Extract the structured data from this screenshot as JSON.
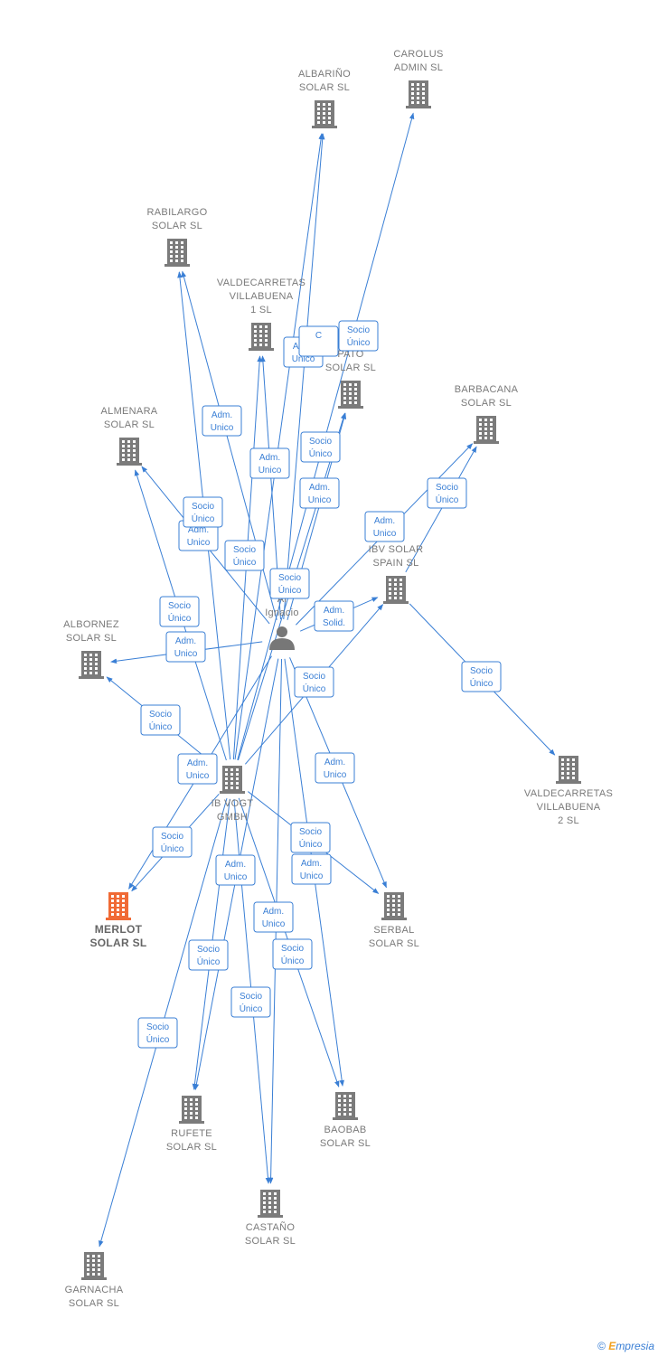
{
  "colors": {
    "edge": "#3a7fd5",
    "building": "#7b7b7b",
    "building_highlight": "#f06a35",
    "person": "#777777",
    "label": "#7a7a7a"
  },
  "nodes": [
    {
      "id": "carolus",
      "type": "company",
      "lines": [
        "CAROLUS",
        "ADMIN  SL"
      ]
    },
    {
      "id": "albarino",
      "type": "company",
      "lines": [
        "ALBARIÑO",
        "SOLAR  SL"
      ]
    },
    {
      "id": "rabilargo",
      "type": "company",
      "lines": [
        "RABILARGO",
        "SOLAR  SL"
      ]
    },
    {
      "id": "valdecarretas1",
      "type": "company",
      "lines": [
        "VALDECARRETAS",
        "VILLABUENA",
        "1  SL"
      ]
    },
    {
      "id": "pato",
      "type": "company",
      "lines": [
        "PATO",
        "SOLAR  SL"
      ]
    },
    {
      "id": "barbacana",
      "type": "company",
      "lines": [
        "BARBACANA",
        "SOLAR  SL"
      ]
    },
    {
      "id": "almenara",
      "type": "company",
      "lines": [
        "ALMENARA",
        "SOLAR  SL"
      ]
    },
    {
      "id": "ibvsolar",
      "type": "company",
      "lines": [
        "IBV SOLAR",
        "SPAIN  SL"
      ]
    },
    {
      "id": "person",
      "type": "person",
      "lines": [
        "De",
        "Al",
        "Ignacio"
      ]
    },
    {
      "id": "albornez",
      "type": "company",
      "lines": [
        "ALBORNEZ",
        "SOLAR  SL"
      ]
    },
    {
      "id": "valdecarretas2",
      "type": "company",
      "lines": [
        "VALDECARRETAS",
        "VILLABUENA",
        "2  SL"
      ]
    },
    {
      "id": "ibvogt",
      "type": "company",
      "lines": [
        "IB VOGT",
        "GMBH"
      ]
    },
    {
      "id": "merlot",
      "type": "company",
      "highlight": true,
      "lines": [
        "MERLOT",
        "SOLAR  SL"
      ]
    },
    {
      "id": "serbal",
      "type": "company",
      "lines": [
        "SERBAL",
        "SOLAR  SL"
      ]
    },
    {
      "id": "rufete",
      "type": "company",
      "lines": [
        "RUFETE",
        "SOLAR  SL"
      ]
    },
    {
      "id": "baobab",
      "type": "company",
      "lines": [
        "BAOBAB",
        "SOLAR  SL"
      ]
    },
    {
      "id": "castano",
      "type": "company",
      "lines": [
        "CASTAÑO",
        "SOLAR  SL"
      ]
    },
    {
      "id": "garnacha",
      "type": "company",
      "lines": [
        "GARNACHA",
        "SOLAR  SL"
      ]
    }
  ],
  "edges": [
    {
      "from": "ibvogt",
      "to": "carolus"
    },
    {
      "from": "ibvogt",
      "to": "albarino"
    },
    {
      "from": "person",
      "to": "albarino"
    },
    {
      "from": "ibvogt",
      "to": "rabilargo"
    },
    {
      "from": "person",
      "to": "rabilargo"
    },
    {
      "from": "ibvogt",
      "to": "valdecarretas1"
    },
    {
      "from": "person",
      "to": "valdecarretas1"
    },
    {
      "from": "ibvogt",
      "to": "pato"
    },
    {
      "from": "person",
      "to": "pato"
    },
    {
      "from": "ibvsolar",
      "to": "barbacana"
    },
    {
      "from": "person",
      "to": "barbacana"
    },
    {
      "from": "ibvogt",
      "to": "almenara"
    },
    {
      "from": "person",
      "to": "almenara"
    },
    {
      "from": "ibvogt",
      "to": "ibvsolar"
    },
    {
      "from": "person",
      "to": "ibvsolar"
    },
    {
      "from": "ibvsolar",
      "to": "valdecarretas2"
    },
    {
      "from": "person",
      "to": "albornez"
    },
    {
      "from": "ibvogt",
      "to": "albornez"
    },
    {
      "from": "person",
      "to": "merlot"
    },
    {
      "from": "ibvogt",
      "to": "merlot"
    },
    {
      "from": "person",
      "to": "serbal"
    },
    {
      "from": "ibvogt",
      "to": "serbal"
    },
    {
      "from": "person",
      "to": "rufete"
    },
    {
      "from": "ibvogt",
      "to": "rufete"
    },
    {
      "from": "person",
      "to": "baobab"
    },
    {
      "from": "ibvogt",
      "to": "baobab"
    },
    {
      "from": "person",
      "to": "castano"
    },
    {
      "from": "ibvogt",
      "to": "castano"
    },
    {
      "from": "ibvogt",
      "to": "garnacha"
    }
  ],
  "edge_labels": [
    {
      "lines": [
        "Adm.",
        "Unico"
      ]
    },
    {
      "lines": [
        "Socio",
        "Único"
      ]
    },
    {
      "lines": [
        "C",
        ""
      ]
    },
    {
      "lines": [
        "Adm.",
        "Unico"
      ]
    },
    {
      "lines": [
        "Adm.",
        "Unico"
      ]
    },
    {
      "lines": [
        "Socio",
        "Único"
      ]
    },
    {
      "lines": [
        "Adm.",
        "Unico"
      ]
    },
    {
      "lines": [
        "Socio",
        "Único"
      ]
    },
    {
      "lines": [
        "Adm.",
        "Unico"
      ]
    },
    {
      "lines": [
        "Socio",
        "Único"
      ]
    },
    {
      "lines": [
        "Adm.",
        "Unico"
      ]
    },
    {
      "lines": [
        "Socio",
        "Único"
      ]
    },
    {
      "lines": [
        "Socio",
        "Único"
      ]
    },
    {
      "lines": [
        "Socio",
        "Único"
      ]
    },
    {
      "lines": [
        "Adm.",
        "Unico"
      ]
    },
    {
      "lines": [
        "Adm.",
        "Solid."
      ]
    },
    {
      "lines": [
        "Socio",
        "Único"
      ]
    },
    {
      "lines": [
        "Socio",
        "Único"
      ]
    },
    {
      "lines": [
        "Socio",
        "Único"
      ]
    },
    {
      "lines": [
        "Adm.",
        "Unico"
      ]
    },
    {
      "lines": [
        "Adm.",
        "Unico"
      ]
    },
    {
      "lines": [
        "Socio",
        "Único"
      ]
    },
    {
      "lines": [
        "Socio",
        "Único"
      ]
    },
    {
      "lines": [
        "Adm.",
        "Unico"
      ]
    },
    {
      "lines": [
        "Adm.",
        "Unico"
      ]
    },
    {
      "lines": [
        "Adm.",
        "Unico"
      ]
    },
    {
      "lines": [
        "Socio",
        "Único"
      ]
    },
    {
      "lines": [
        "Socio",
        "Único"
      ]
    },
    {
      "lines": [
        "Socio",
        "Único"
      ]
    },
    {
      "lines": [
        "Socio",
        "Único"
      ]
    }
  ],
  "footer": {
    "copyright": "©",
    "brand_initial": "E",
    "brand_rest": "mpresia"
  }
}
